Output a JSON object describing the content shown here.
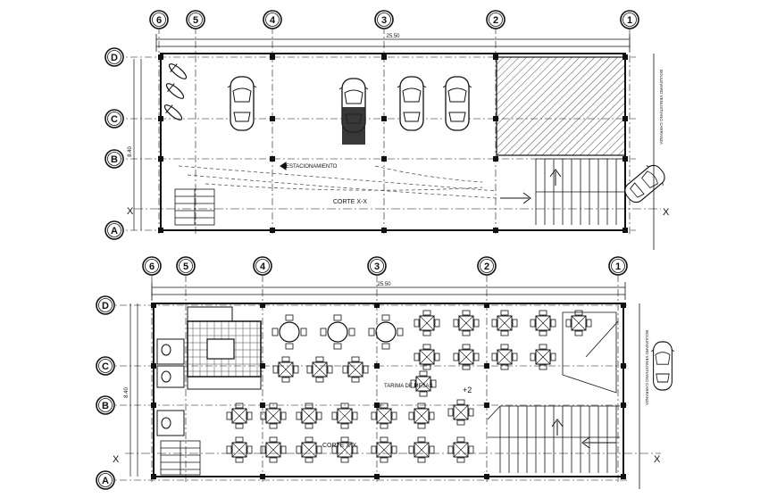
{
  "plans": {
    "top": {
      "grid_x_labels": [
        "6",
        "5",
        "4",
        "3",
        "2",
        "1"
      ],
      "grid_y_labels": [
        "D",
        "C",
        "B",
        "A"
      ],
      "overall_dim": "25.50",
      "side_dim": "8.40",
      "area_label": "ESTACIONAMIENTO",
      "section_label": "CORTE X-X",
      "side_note": "BOULEVARD VENUSTIANO CARRANZA",
      "section_mark": "X"
    },
    "bottom": {
      "grid_x_labels": [
        "6",
        "5",
        "4",
        "3",
        "2",
        "1"
      ],
      "grid_y_labels": [
        "D",
        "C",
        "B",
        "A"
      ],
      "overall_dim": "25.50",
      "side_dim": "8.40",
      "area_label": "TARIMA DE MESAS",
      "level_mark": "+2",
      "section_label": "CORTE X-X",
      "side_note": "BOULEVARD VENUSTIANO CARRANZA",
      "section_mark": "X"
    }
  }
}
